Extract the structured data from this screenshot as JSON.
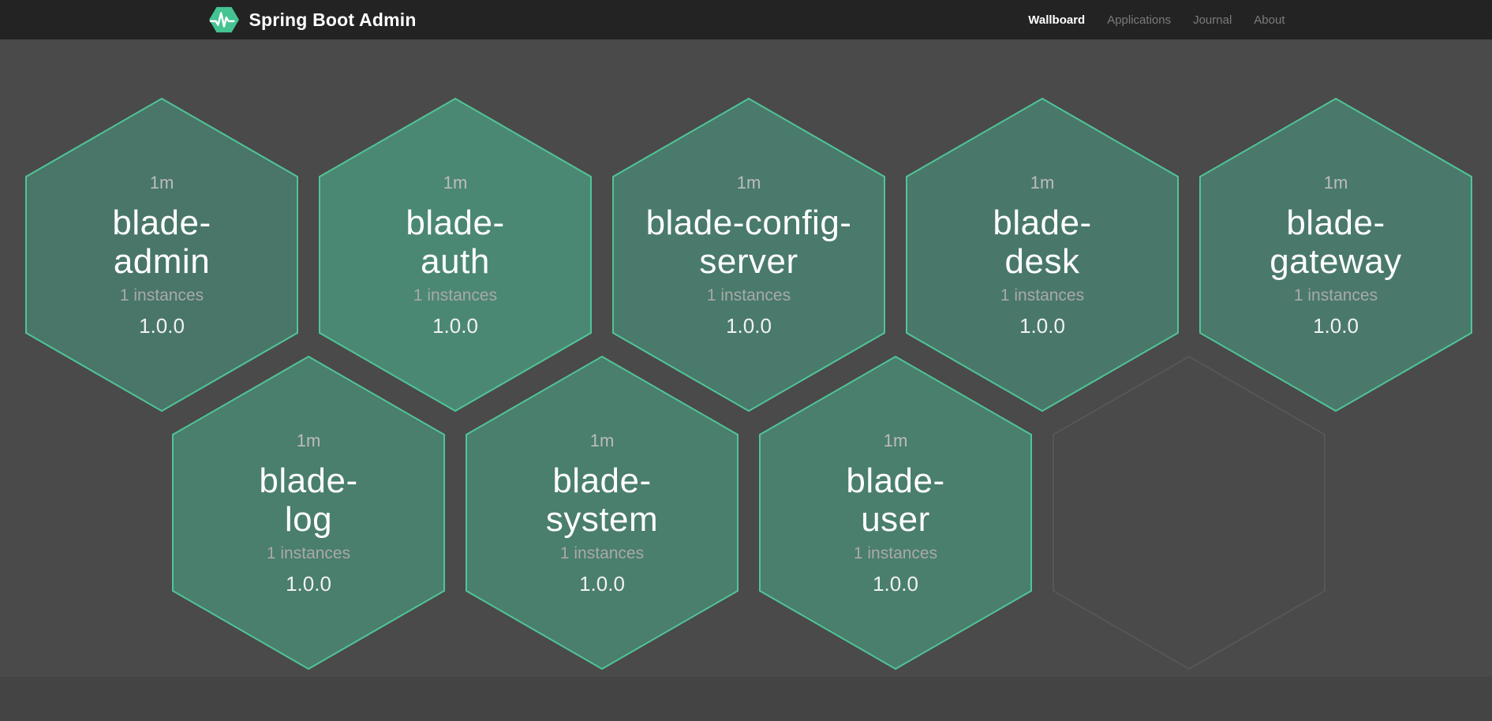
{
  "navbar": {
    "brand": {
      "title": "Spring Boot Admin"
    },
    "links": [
      {
        "label": "Wallboard",
        "active": true
      },
      {
        "label": "Applications",
        "active": false
      },
      {
        "label": "Journal",
        "active": false
      },
      {
        "label": "About",
        "active": false
      }
    ]
  },
  "wallboard": {
    "colors": {
      "hex_border": "#50c596",
      "empty_hex_border": "#5a5a5a",
      "logo": "#44c492",
      "page_bg": "#4a4a4a",
      "navbar_bg": "#232323"
    },
    "applications": [
      {
        "name": "blade-admin",
        "name_lines": [
          "blade-",
          "admin"
        ],
        "uptime": "1m",
        "instances_label": "1 instances",
        "version": "1.0.0",
        "fill": "#497669",
        "row": 0,
        "col": 0
      },
      {
        "name": "blade-auth",
        "name_lines": [
          "blade-",
          "auth"
        ],
        "uptime": "1m",
        "instances_label": "1 instances",
        "version": "1.0.0",
        "fill": "#4b8873",
        "row": 0,
        "col": 1
      },
      {
        "name": "blade-config-server",
        "name_lines": [
          "blade-config-",
          "server"
        ],
        "uptime": "1m",
        "instances_label": "1 instances",
        "version": "1.0.0",
        "fill": "#497a6b",
        "row": 0,
        "col": 2
      },
      {
        "name": "blade-desk",
        "name_lines": [
          "blade-",
          "desk"
        ],
        "uptime": "1m",
        "instances_label": "1 instances",
        "version": "1.0.0",
        "fill": "#49786a",
        "row": 0,
        "col": 3
      },
      {
        "name": "blade-gateway",
        "name_lines": [
          "blade-",
          "gateway"
        ],
        "uptime": "1m",
        "instances_label": "1 instances",
        "version": "1.0.0",
        "fill": "#4a796b",
        "row": 0,
        "col": 4
      },
      {
        "name": "blade-log",
        "name_lines": [
          "blade-",
          "log"
        ],
        "uptime": "1m",
        "instances_label": "1 instances",
        "version": "1.0.0",
        "fill": "#4a7e6d",
        "row": 1,
        "col": 0
      },
      {
        "name": "blade-system",
        "name_lines": [
          "blade-",
          "system"
        ],
        "uptime": "1m",
        "instances_label": "1 instances",
        "version": "1.0.0",
        "fill": "#4a7e6d",
        "row": 1,
        "col": 1
      },
      {
        "name": "blade-user",
        "name_lines": [
          "blade-",
          "user"
        ],
        "uptime": "1m",
        "instances_label": "1 instances",
        "version": "1.0.0",
        "fill": "#4a7e6d",
        "row": 1,
        "col": 2
      }
    ],
    "empty_slots": [
      {
        "row": 1,
        "col": 3
      }
    ]
  }
}
